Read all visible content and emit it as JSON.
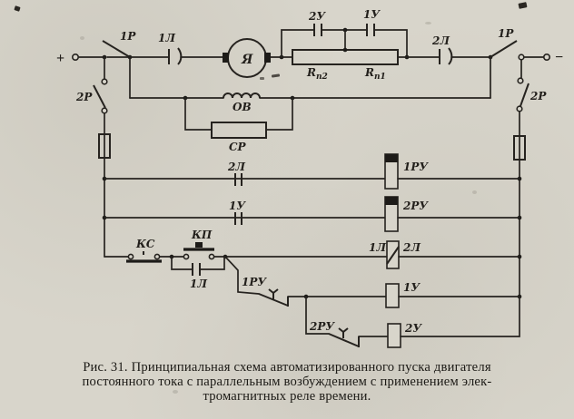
{
  "figure_type": "schematic-scan",
  "labels": {
    "plus": "+",
    "minus": "−",
    "sw_1p_left": "1Р",
    "sw_2p_left": "2Р",
    "sw_1p_right": "1Р",
    "sw_2p_right": "2Р",
    "contact_1l_line": "1Л",
    "contact_2l_line": "2Л",
    "motor": "Я",
    "contact_2u": "2У",
    "contact_1u": "1У",
    "resistor_r2_main": "R",
    "resistor_r2_sub": "п2",
    "resistor_r1_main": "R",
    "resistor_r1_sub": "п1",
    "field_winding": "ОВ",
    "relay_sr": "СР",
    "row1_contact": "2Л",
    "row1_coil": "1РУ",
    "row2_contact": "1У",
    "row2_coil": "2РУ",
    "stop_button": "КС",
    "start_button": "КП",
    "holding_contact": "1Л",
    "coil_1l": "1Л",
    "coil_2l": "2Л",
    "row4_contact": "1РУ",
    "row4_coil": "1У",
    "row5_contact": "2РУ",
    "row5_coil": "2У"
  },
  "caption": {
    "line1": "Рис. 31. Принципиальная схема автоматизированного пуска двигателя",
    "line2": "постоянного тока с параллельным возбуждением с применением элек-",
    "line3": "тромагнитных реле времени."
  },
  "colors": {
    "ink": "#26231f",
    "paper": "#d8d5cb"
  }
}
